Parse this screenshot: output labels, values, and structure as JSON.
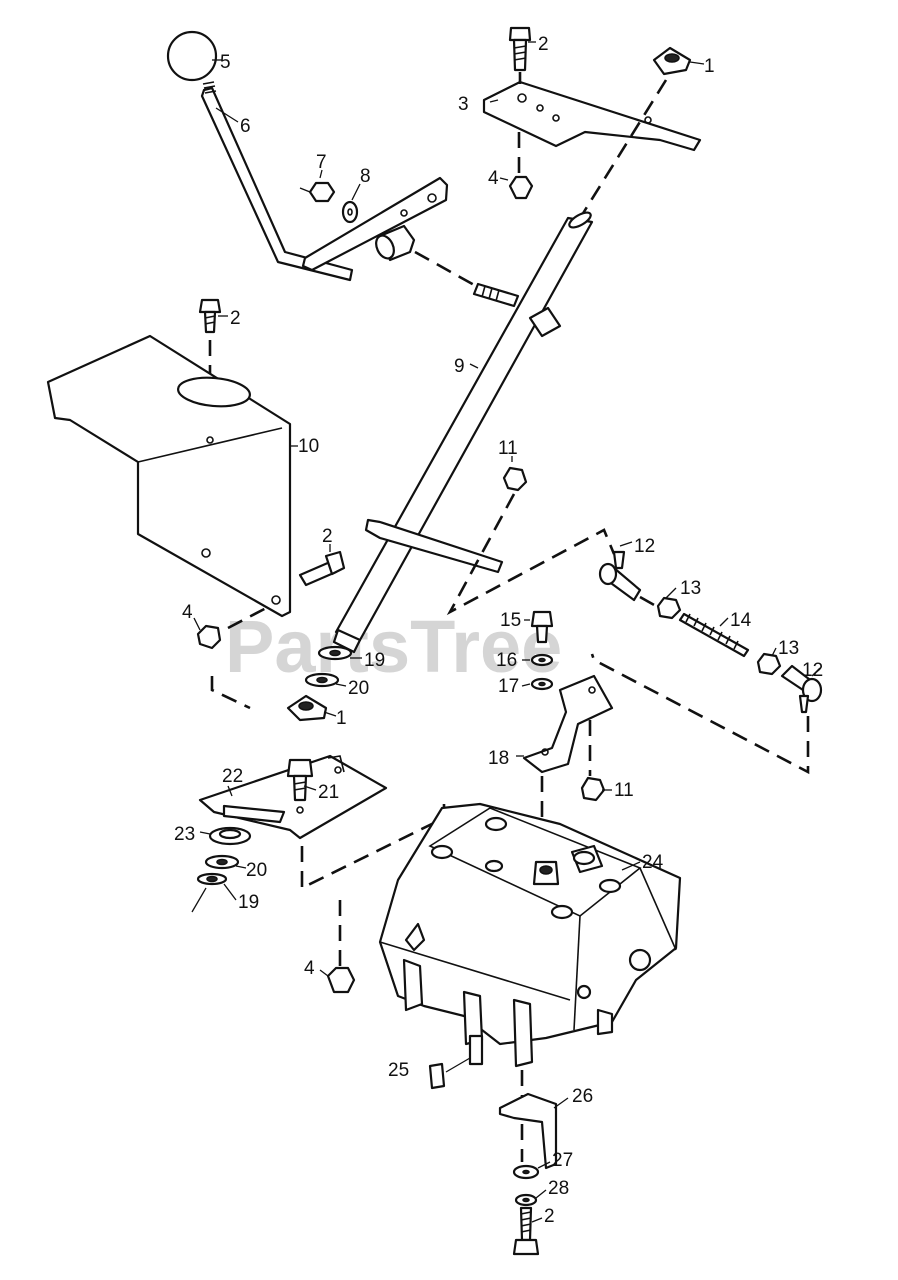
{
  "watermark": "PartsTree",
  "callouts": {
    "c1a": "1",
    "c1b": "1",
    "c2a": "2",
    "c2b": "2",
    "c2c": "2",
    "c2d": "2",
    "c3": "3",
    "c4a": "4",
    "c4b": "4",
    "c4c": "4",
    "c5": "5",
    "c6": "6",
    "c7": "7",
    "c8": "8",
    "c9": "9",
    "c10": "10",
    "c11a": "11",
    "c11b": "11",
    "c12a": "12",
    "c12b": "12",
    "c13a": "13",
    "c13b": "13",
    "c14": "14",
    "c15": "15",
    "c16": "16",
    "c17": "17",
    "c18": "18",
    "c19a": "19",
    "c19b": "19",
    "c20a": "20",
    "c20b": "20",
    "c21": "21",
    "c22": "22",
    "c23": "23",
    "c24": "24",
    "c25": "25",
    "c26": "26",
    "c27": "27",
    "c28": "28"
  }
}
